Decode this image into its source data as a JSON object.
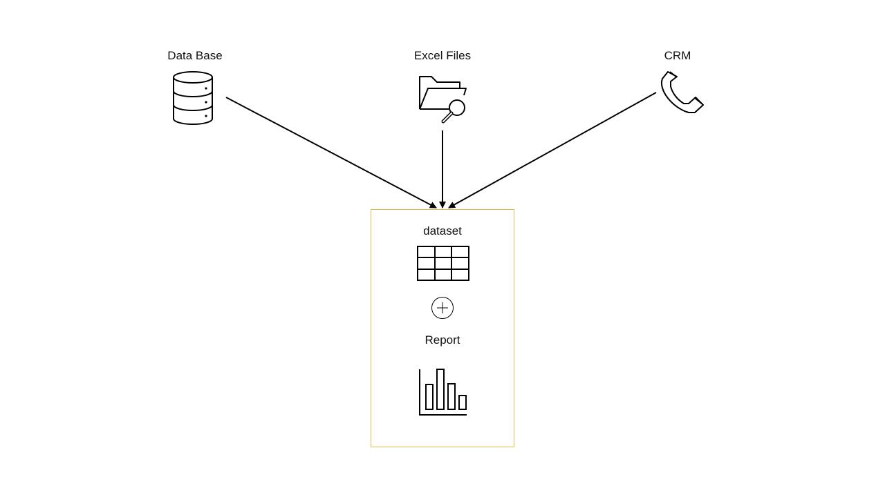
{
  "sources": [
    {
      "label": "Data Base",
      "icon": "database-icon"
    },
    {
      "label": "Excel Files",
      "icon": "folder-search-icon"
    },
    {
      "label": "CRM",
      "icon": "telephone-icon"
    }
  ],
  "target": {
    "dataset_label": "dataset",
    "dataset_icon": "table-grid-icon",
    "combine_icon": "plus-circle-icon",
    "report_label": "Report",
    "report_icon": "bar-chart-icon"
  },
  "colors": {
    "stroke": "#000000",
    "box_border": "#e8b84a"
  }
}
